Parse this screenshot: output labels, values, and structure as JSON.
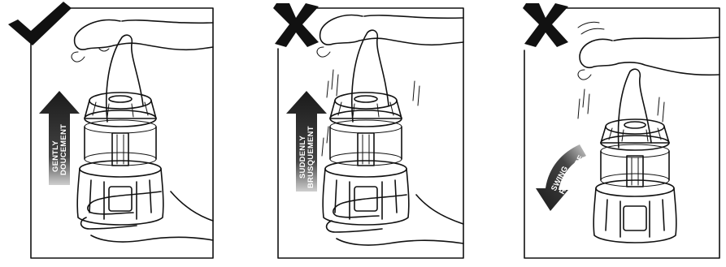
{
  "panels": [
    {
      "id": "gently",
      "verdict": "correct",
      "verdict_icon": "check-icon",
      "arrow_direction": "up",
      "arrow_label_lines": [
        "GENTLY",
        "DOUCEMENT"
      ]
    },
    {
      "id": "suddenly",
      "verdict": "incorrect",
      "verdict_icon": "cross-icon",
      "arrow_direction": "up",
      "arrow_label_lines": [
        "SUDDENLY",
        "BRUSQUEMENT"
      ]
    },
    {
      "id": "swing",
      "verdict": "incorrect",
      "verdict_icon": "cross-icon",
      "arrow_direction": "down-curved",
      "arrow_label_lines": [
        "SWING",
        "RABATTRE"
      ]
    }
  ],
  "colors": {
    "ink": "#111111",
    "arrow_fill": "#1a1a1a",
    "arrow_fade": "#cfcfcf",
    "lantern_shade": "#8a8a8a",
    "background": "#ffffff"
  }
}
